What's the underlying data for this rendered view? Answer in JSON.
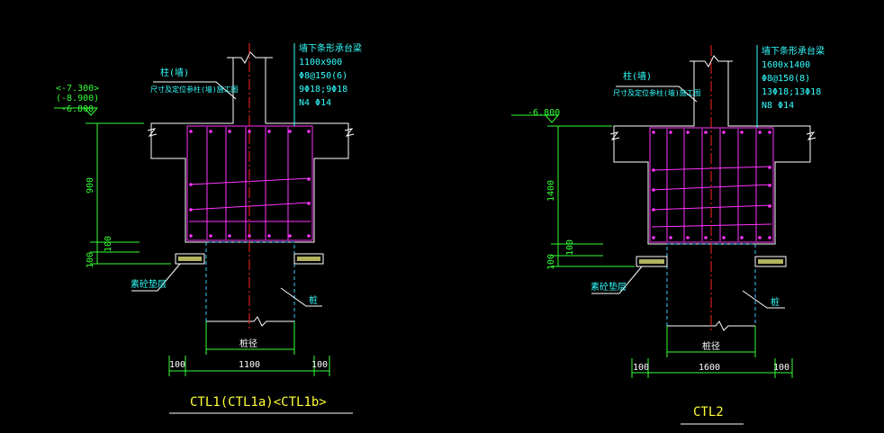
{
  "colors": {
    "background": "#000000",
    "structure": "#ffffff",
    "rebar": "#ff33ff",
    "dimension": "#33ff33",
    "pile": "#33ccff",
    "centerline": "#ff2222",
    "note_text": "#33ffff",
    "title": "#ffff33",
    "cushion": "#ffff88"
  },
  "left": {
    "column_label": "柱(墙)",
    "column_note": "尺寸及定位参柱(墙)施工图",
    "beam_title": "墙下条形承台梁",
    "beam_lines": [
      "1100x900",
      "Φ8@150(6)",
      "9Φ18;9Φ18",
      "N4 Φ14"
    ],
    "elev1": "<-7.300>",
    "elev2": "(-8.900)",
    "elev3": "-6.800",
    "dim_height": "900",
    "dim_100a": "100",
    "dim_100b": "100",
    "cushion_label": "素砼垫层",
    "pile_label": "桩",
    "pile_dia_label": "桩径",
    "dim_left": "100",
    "dim_width": "1100",
    "dim_right": "100",
    "title": "CTL1(CTL1a)<CTL1b>"
  },
  "right": {
    "column_label": "柱(墙)",
    "column_note": "尺寸及定位参柱(墙)施工图",
    "beam_title": "墙下条形承台梁",
    "beam_lines": [
      "1600x1400",
      "Φ8@150(8)",
      "13Φ18;13Φ18",
      "N8 Φ14"
    ],
    "elev3": "-6.800",
    "dim_height": "1400",
    "dim_100a": "100",
    "dim_100b": "100",
    "cushion_label": "素砼垫层",
    "pile_label": "桩",
    "pile_dia_label": "桩径",
    "dim_left": "100",
    "dim_width": "1600",
    "dim_right": "100",
    "title": "CTL2"
  }
}
